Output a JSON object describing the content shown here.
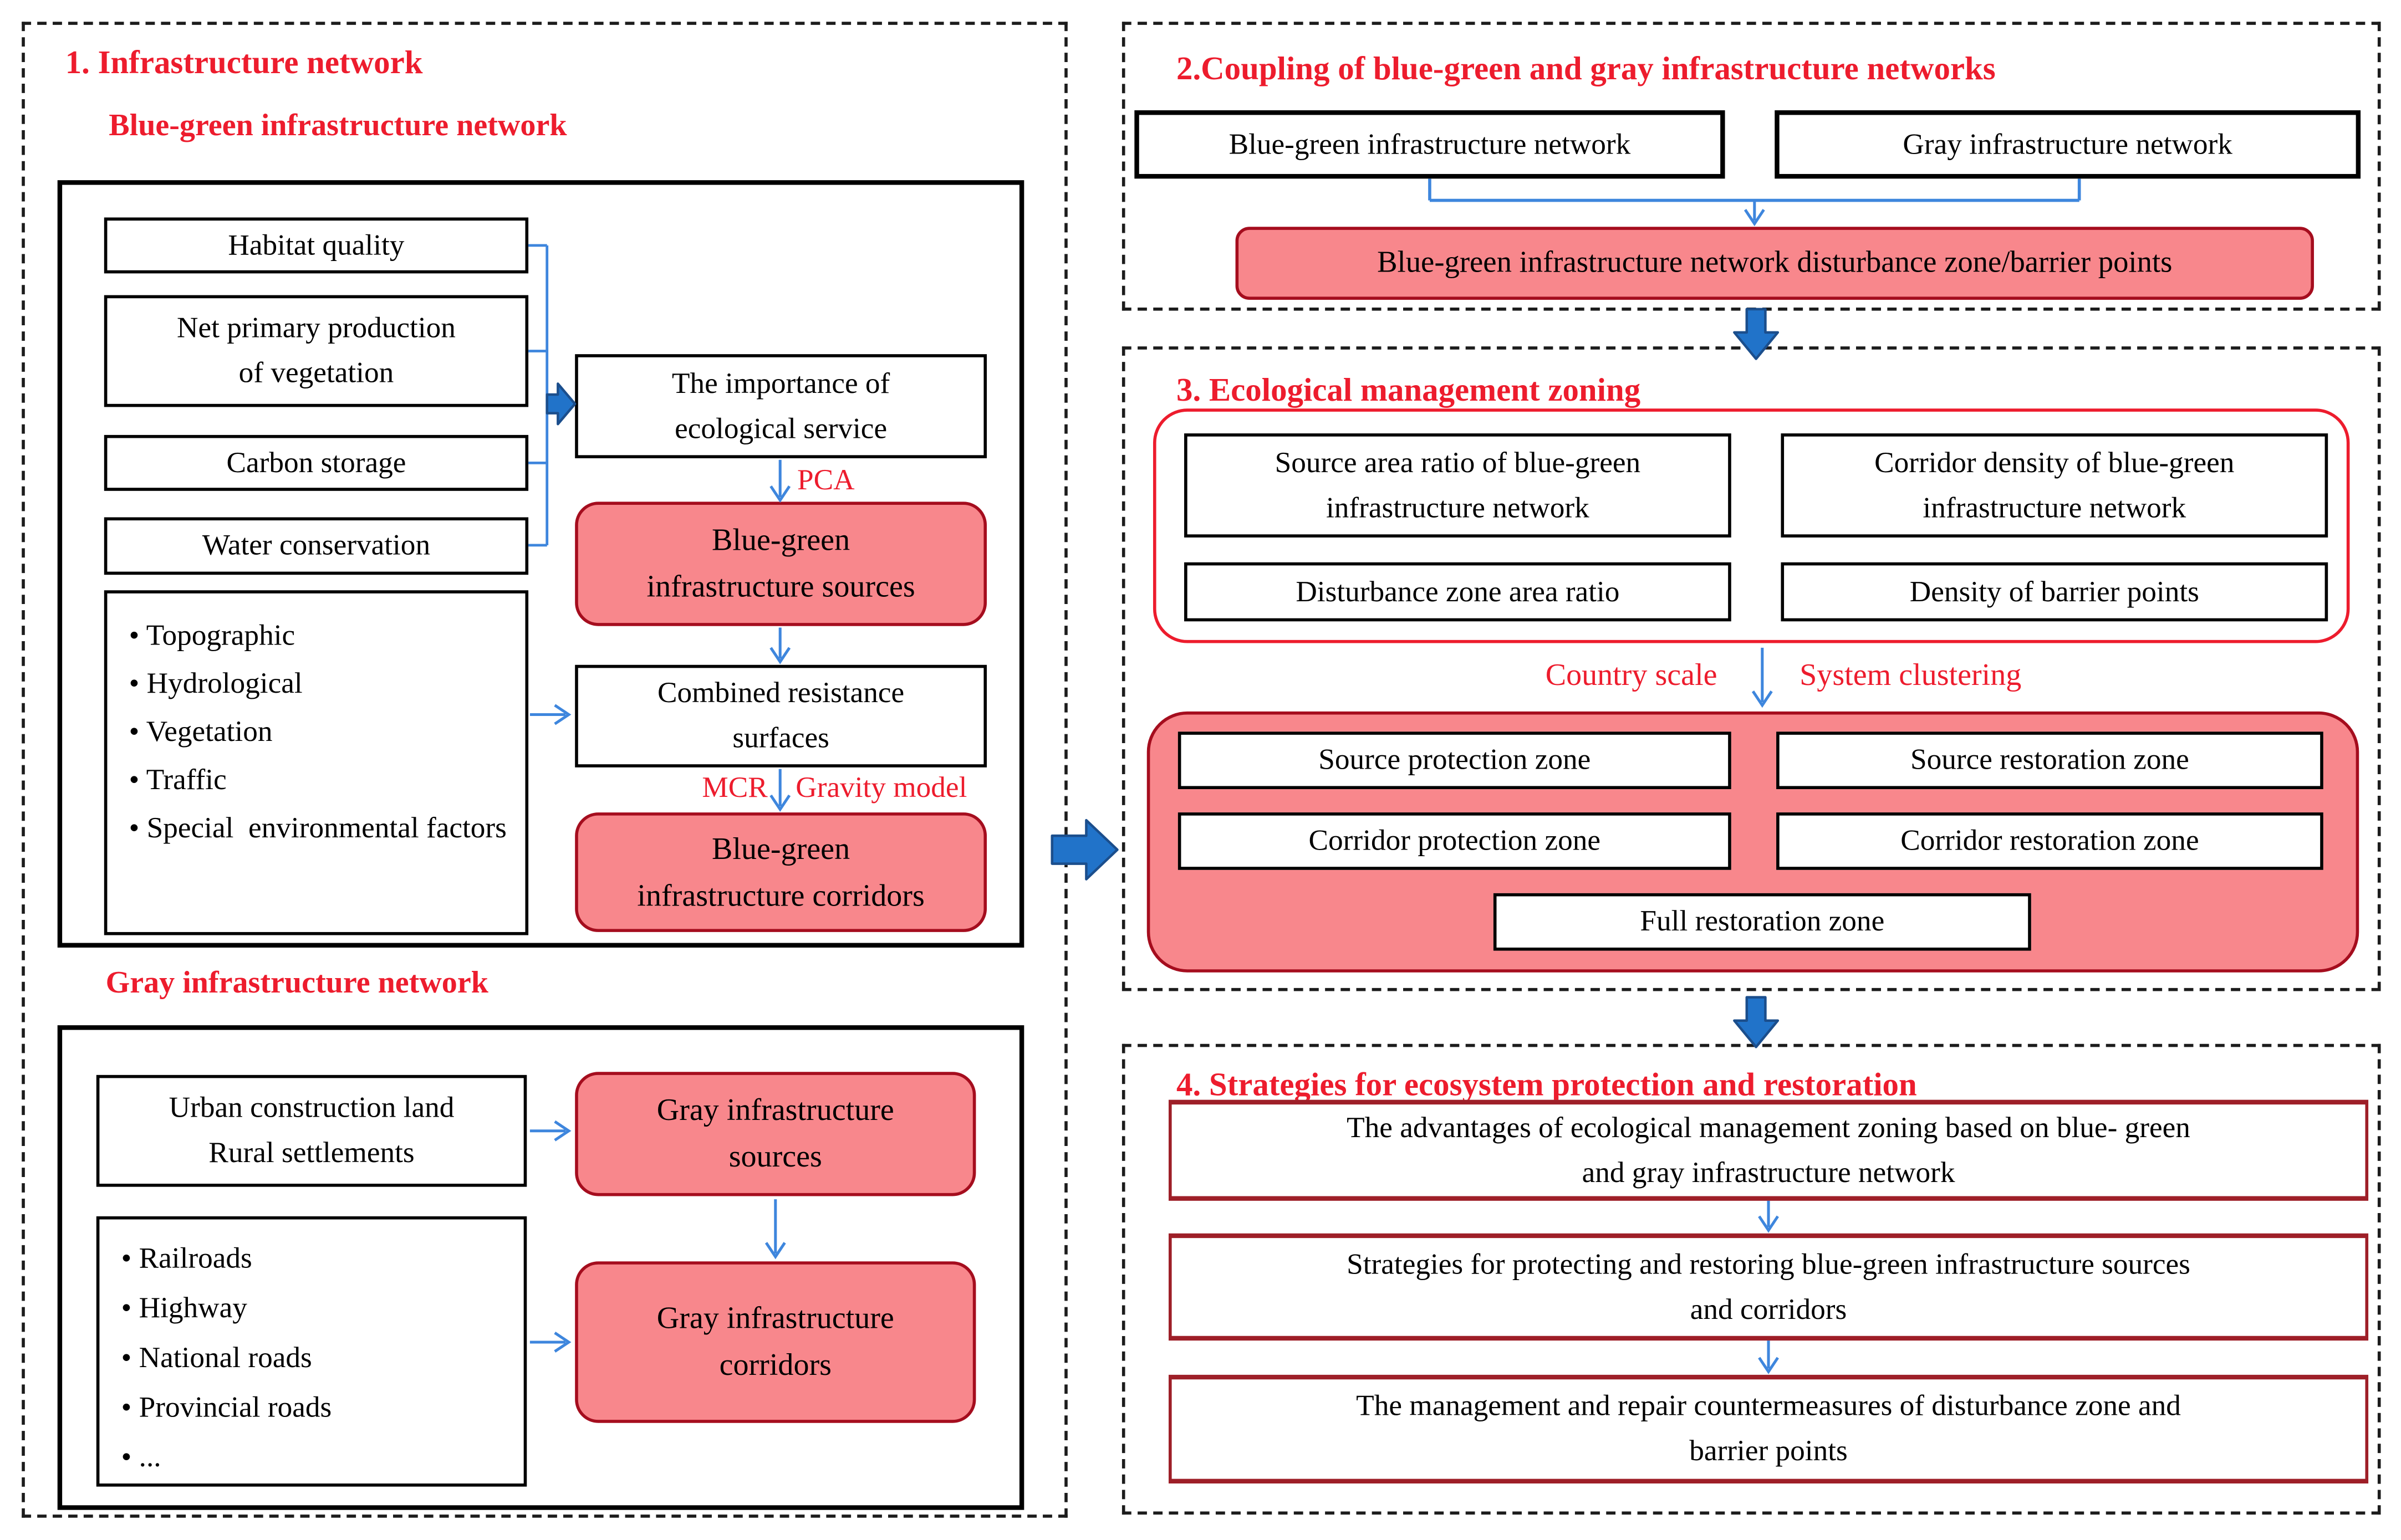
{
  "palette": {
    "red_text": "#ed1c2d",
    "pink_fill": "#f8878c",
    "pink_border": "#a50d1e",
    "dark_red_border": "#9e1f28",
    "indicator_border": "#ed1c2d",
    "arrow_blue": "#3e86dd",
    "thick_arrow_fill": "#2173c9",
    "thick_arrow_stroke": "#1b4e8c",
    "box_border": "#000000"
  },
  "bullet_glyph": "•",
  "panel1": {
    "title": "1. Infrastructure network",
    "section_bluegreen": {
      "heading": "Blue-green infrastructure network",
      "habitat": "Habitat quality",
      "npp_lines": [
        "Net primary production",
        "of vegetation"
      ],
      "carbon": "Carbon storage",
      "water": "Water conservation",
      "resistance_factors": [
        "Topographic",
        "Hydrological",
        "Vegetation",
        "Traffic",
        "Special  environmental factors"
      ],
      "importance_lines": [
        "The importance of",
        "ecological service"
      ],
      "pca_label": "PCA",
      "sources_lines": [
        "Blue-green",
        "infrastructure sources"
      ],
      "combined_lines": [
        "Combined resistance",
        "surfaces"
      ],
      "mcr_label": "MCR",
      "gravity_label": "Gravity model",
      "corridors_lines": [
        "Blue-green",
        "infrastructure corridors"
      ]
    },
    "section_gray": {
      "heading": "Gray infrastructure network",
      "urban_lines": [
        "Urban construction land",
        "Rural settlements"
      ],
      "road_factors": [
        "Railroads",
        "Highway",
        "National roads",
        "Provincial roads",
        "..."
      ],
      "sources_lines": [
        "Gray infrastructure",
        "sources"
      ],
      "corridors_lines": [
        "Gray infrastructure",
        "corridors"
      ]
    }
  },
  "panel2": {
    "title": "2.Coupling of blue-green and gray infrastructure networks",
    "left_box": "Blue-green infrastructure network",
    "right_box": "Gray infrastructure network",
    "result_box": "Blue-green infrastructure network disturbance zone/barrier points"
  },
  "panel3": {
    "title": "3. Ecological management zoning",
    "indicators": {
      "i1_lines": [
        "Source area ratio of blue-green",
        "infrastructure network"
      ],
      "i2_lines": [
        "Corridor density of blue-green",
        "infrastructure network"
      ],
      "i3": "Disturbance zone area ratio",
      "i4": "Density of barrier points"
    },
    "scale_label": "Country scale",
    "clustering_label": "System clustering",
    "zones": {
      "z1": "Source protection zone",
      "z2": "Source restoration zone",
      "z3": "Corridor protection zone",
      "z4": "Corridor restoration zone",
      "z5": "Full restoration zone"
    }
  },
  "panel4": {
    "title": "4. Strategies for ecosystem protection and restoration",
    "s1_lines": [
      "The advantages of ecological management zoning based on blue- green",
      "and gray infrastructure network"
    ],
    "s2_lines": [
      "Strategies for protecting and restoring blue-green infrastructure sources",
      "and corridors"
    ],
    "s3_lines": [
      "The management and repair countermeasures of disturbance zone and",
      "barrier points"
    ]
  }
}
